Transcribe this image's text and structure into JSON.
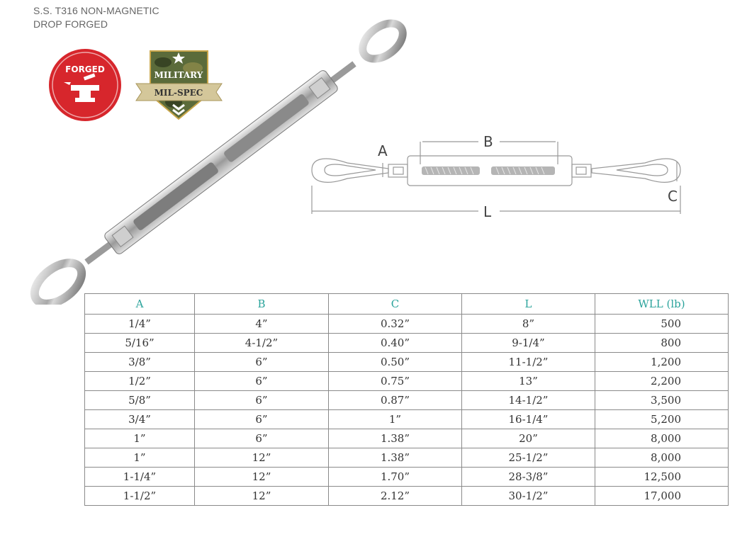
{
  "header": {
    "line1": "S.S. T316 NON-MAGNETIC",
    "line2": "DROP FORGED"
  },
  "badges": {
    "forged": "FORGED",
    "military": "MILITARY",
    "mil_spec": "MIL-SPEC"
  },
  "diagram": {
    "label_a": "A",
    "label_b": "B",
    "label_c": "C",
    "label_l": "L"
  },
  "colors": {
    "header_teal": "#2aa39b",
    "forged_red": "#d7262c",
    "camo_green": "#5b6b3a"
  },
  "table": {
    "columns": [
      "A",
      "B",
      "C",
      "L",
      "WLL (lb)"
    ],
    "rows": [
      [
        "1/4”",
        "4”",
        "0.32”",
        "8”",
        "500"
      ],
      [
        "5/16”",
        "4-1/2”",
        "0.40”",
        "9-1/4”",
        "800"
      ],
      [
        "3/8”",
        "6”",
        "0.50”",
        "11-1/2”",
        "1,200"
      ],
      [
        "1/2”",
        "6”",
        "0.75”",
        "13”",
        "2,200"
      ],
      [
        "5/8”",
        "6”",
        "0.87”",
        "14-1/2”",
        "3,500"
      ],
      [
        "3/4”",
        "6”",
        "1”",
        "16-1/4”",
        "5,200"
      ],
      [
        "1”",
        "6”",
        "1.38”",
        "20”",
        "8,000"
      ],
      [
        "1”",
        "12”",
        "1.38”",
        "25-1/2”",
        "8,000"
      ],
      [
        "1-1/4”",
        "12”",
        "1.70”",
        "28-3/8”",
        "12,500"
      ],
      [
        "1-1/2”",
        "12”",
        "2.12”",
        "30-1/2”",
        "17,000"
      ]
    ]
  }
}
